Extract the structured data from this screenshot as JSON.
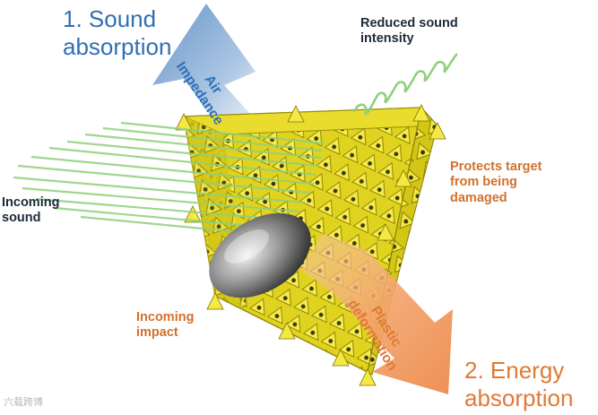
{
  "labels": {
    "sound_title": [
      "1. Sound",
      "absorption"
    ],
    "reduced": [
      "Reduced sound",
      "intensity"
    ],
    "incoming_sound": [
      "Incoming",
      "sound"
    ],
    "protects": [
      "Protects target",
      "from being",
      "damaged"
    ],
    "incoming_impact": [
      "Incoming",
      "impact"
    ],
    "energy_title": [
      "2. Energy",
      "absorption"
    ],
    "air_impedance": [
      "Air",
      "Impedance"
    ],
    "plastic_deformation": [
      "Plastic",
      "deformation"
    ]
  },
  "watermark": "六载跨博",
  "colors": {
    "blue_text": "#2f6fb5",
    "dark_text": "#1c2a3a",
    "orange_text": "#d2702c",
    "lattice_yellow": "#e3d41e",
    "sound_green": "#8fd07c",
    "blue_arrow": "#8fb3d9",
    "orange_arrow": "#f0a070"
  }
}
